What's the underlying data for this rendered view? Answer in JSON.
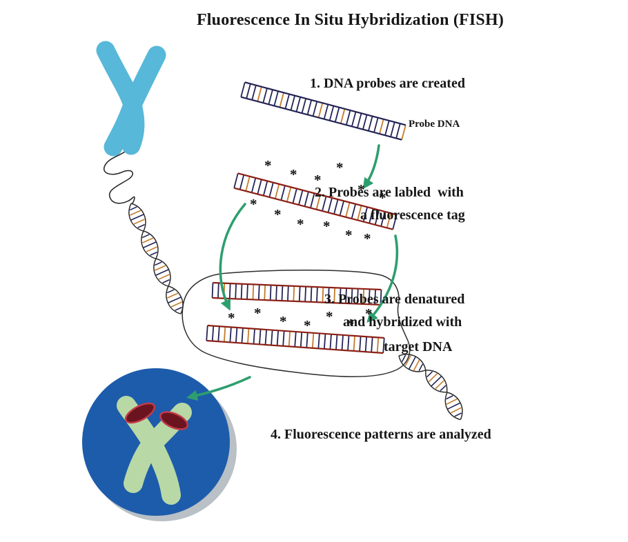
{
  "title": "Fluorescence In Situ Hybridization (FISH)",
  "probe_label": "Probe DNA",
  "steps": {
    "step1": {
      "line1": "1. DNA probes are created"
    },
    "step2": {
      "line1": "2. Probes are labled  with",
      "line2": "a fluorescence tag"
    },
    "step3": {
      "line1": "3. Probes are denatured",
      "line2": "and hybridized with",
      "line3": "target DNA"
    },
    "step4": {
      "line1": "4. Fluorescence patterns are analyzed"
    }
  },
  "tag_symbol": "*",
  "colors": {
    "chromosome_blue": "#57b8d9",
    "arrow_green": "#2e9e6e",
    "microscope_circle_blue": "#1d5cab",
    "chromosome_green": "#b8d8a6",
    "signal_red": "#6b1420",
    "rail_red": "#8b2015",
    "rung_navy": "#232355",
    "rung_orange": "#c47a2a"
  }
}
